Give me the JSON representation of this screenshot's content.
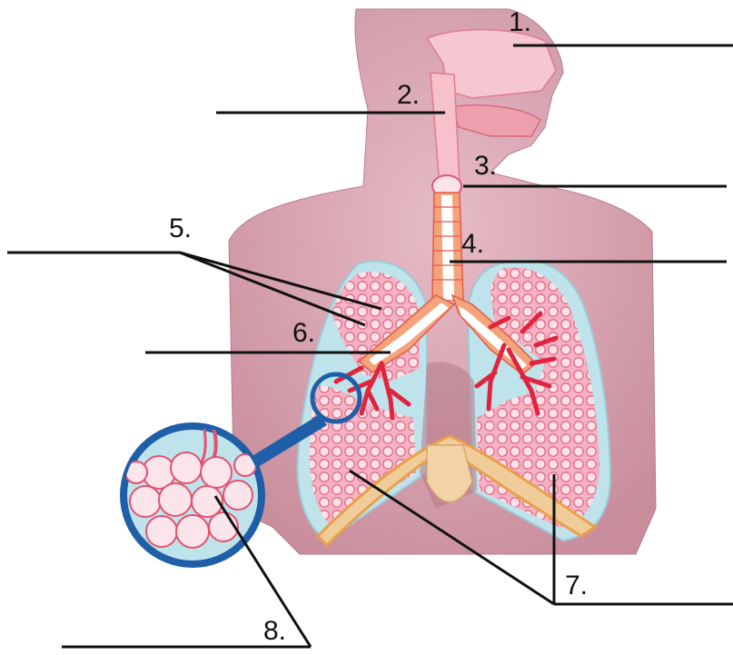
{
  "labels": [
    {
      "id": "1",
      "text": "1."
    },
    {
      "id": "2",
      "text": "2."
    },
    {
      "id": "3",
      "text": "3."
    },
    {
      "id": "4",
      "text": "4."
    },
    {
      "id": "5",
      "text": "5."
    },
    {
      "id": "6",
      "text": "6."
    },
    {
      "id": "7",
      "text": "7."
    },
    {
      "id": "8",
      "text": "8."
    }
  ],
  "colors": {
    "skin": "#d9a6b1",
    "skin_dark": "#c98e9c",
    "airway": "#f7c6cf",
    "airway_red": "#e8384f",
    "lung_bg": "#bfe3ea",
    "alveoli": "#f3a3b6",
    "diaphragm": "#f0cc9a",
    "diaphragm_edge": "#e9a04a",
    "magnifier_ring": "#1f5fa8",
    "leader_line": "#111111"
  }
}
